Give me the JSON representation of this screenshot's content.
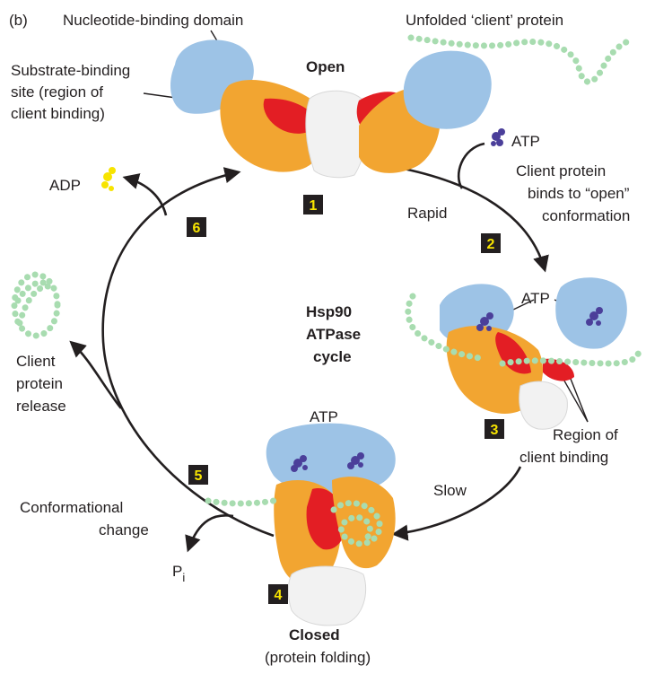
{
  "panel_label": "(b)",
  "labels": {
    "nucleotide_binding_domain": "Nucleotide-binding domain",
    "unfolded_client_protein": "Unfolded ‘client’ protein",
    "substrate_binding_site": [
      "Substrate-binding",
      "site (region of",
      "client binding)"
    ],
    "open": "Open",
    "atp": "ATP",
    "adp": "ADP",
    "client_binds": [
      "Client protein",
      "binds to “open”",
      "conformation"
    ],
    "rapid": "Rapid",
    "slow": "Slow",
    "cycle_title": [
      "Hsp90",
      "ATPase",
      "cycle"
    ],
    "client_release": [
      "Client",
      "protein",
      "release"
    ],
    "region_of_client_binding": [
      "Region of",
      "client binding"
    ],
    "conformational_change": [
      "Conformational",
      "change"
    ],
    "pi_base": "P",
    "pi_sub": "i",
    "closed": "Closed",
    "protein_folding": "(protein folding)"
  },
  "steps": [
    "1",
    "2",
    "3",
    "4",
    "5",
    "6"
  ],
  "colors": {
    "nucleotide_domain": "#9dc3e6",
    "middle_domain": "#f2a531",
    "client_binding_region": "#e31e24",
    "dimerization_domain": "#f2f2f2",
    "client_protein": "#a8dcb0",
    "atp": "#4b3f9a",
    "adp": "#f7e400",
    "badge_bg": "#231f20",
    "badge_text": "#f7e400",
    "arrow": "#231f20"
  }
}
